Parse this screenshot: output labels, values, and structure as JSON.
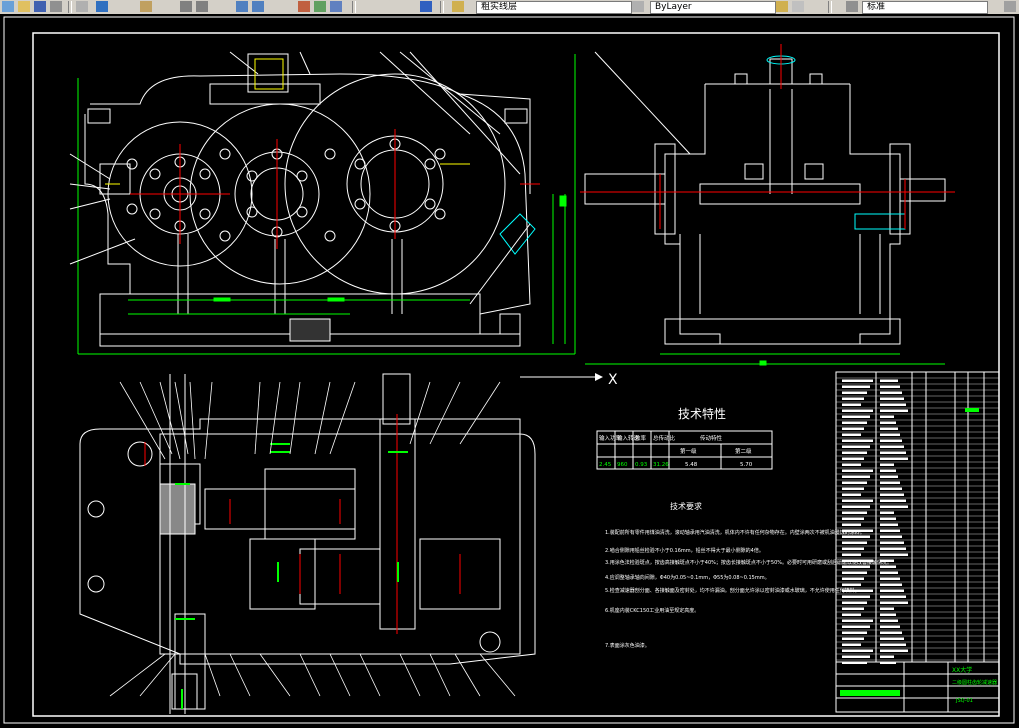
{
  "toolbar": {
    "combo_style": "标准",
    "combo_layer": "粗实线层",
    "scroll_label": "ByLayer"
  },
  "drawing": {
    "leader_x_label": "X",
    "tech_title": "技术特性",
    "tech_table": {
      "headers": [
        "输入功率",
        "输入转速",
        "效率",
        "总传动比",
        "传动特性"
      ],
      "sub_headers": [
        "第一级",
        "第二级"
      ],
      "values": [
        "2.45",
        "960",
        "0.93",
        "31.26",
        "5.48",
        "5.70"
      ]
    },
    "req_title": "技术要求",
    "requirements": [
      "1.装配前所有零件用煤油清洗，滚动轴承用汽油清洗，机体内不许有任何杂物存在。内壁涂两次不被机油浸蚀的涂料。",
      "2.啮合侧隙用铅丝检验不小于0.16mm，铅丝不得大于最小侧隙的4倍。",
      "3.用涂色法检验斑点，按齿高接触斑点不小于40%；按齿长接触斑点不小于50%。必要时可用研磨或刮后研磨以便改善接触情况。",
      "4.应调整轴承轴向间隙，Φ40为0.05~0.1mm，Φ55为0.08~0.15mm。",
      "5.检查减速器剖分面、各接触面及密封处，均不许漏油。剖分面允许涂以密封油漆或水玻璃，不允许使用任何填料。",
      "6.机座内装CKC150工业用油至规定高度。",
      "7.表面涂灰色油漆。"
    ],
    "title_block": {
      "school": "XX大学",
      "drawing_name": "二级圆柱齿轮减速器",
      "drawing_no": "JSQ-01"
    }
  },
  "colors": {
    "background": "#000000",
    "white": "#ffffff",
    "yellow": "#ffff00",
    "green": "#00ff00",
    "cyan": "#00ffff",
    "red": "#ff0000",
    "magenta": "#ff00ff"
  }
}
